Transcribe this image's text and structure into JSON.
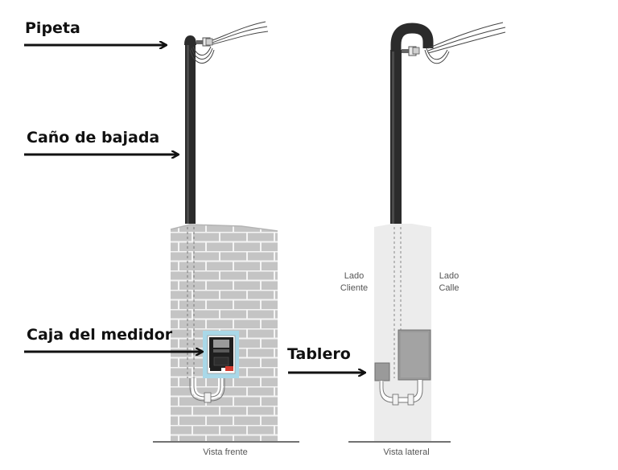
{
  "labels": {
    "pipeta": "Pipeta",
    "cano_bajada": "Caño de bajada",
    "caja_medidor": "Caja del medidor",
    "tablero": "Tablero"
  },
  "side_view": {
    "lado_cliente": [
      "Lado",
      "Cliente"
    ],
    "lado_calle": [
      "Lado",
      "Calle"
    ]
  },
  "captions": {
    "front": "Vista frente",
    "side": "Vista lateral"
  },
  "colors": {
    "pipe": "#2b2b2b",
    "brick": "#c4c4c4",
    "mortar": "#f4f4f4",
    "side_wall": "#ececec",
    "meter_frame": "#a9d8e8",
    "panel_box": "#9a9a9a",
    "arrow": "#111111"
  }
}
